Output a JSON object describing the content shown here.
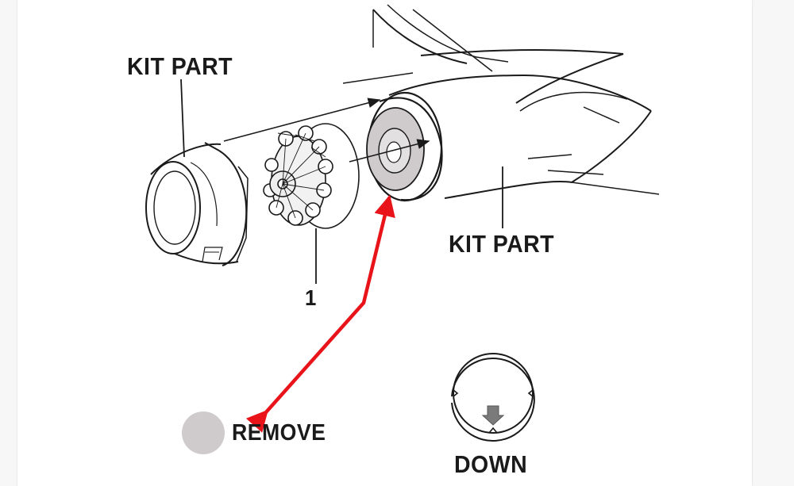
{
  "labels": {
    "kit_part_top": "KIT PART",
    "kit_part_right": "KIT PART",
    "part_number": "1",
    "remove": "REMOVE",
    "down": "DOWN"
  },
  "colors": {
    "line": "#1a1a1a",
    "arrow_red": "#e8141a",
    "remove_fill": "#cfcbcc"
  },
  "icons": {
    "remove_marker": "gray-circle-icon",
    "orientation": "down-arrow-icon"
  }
}
